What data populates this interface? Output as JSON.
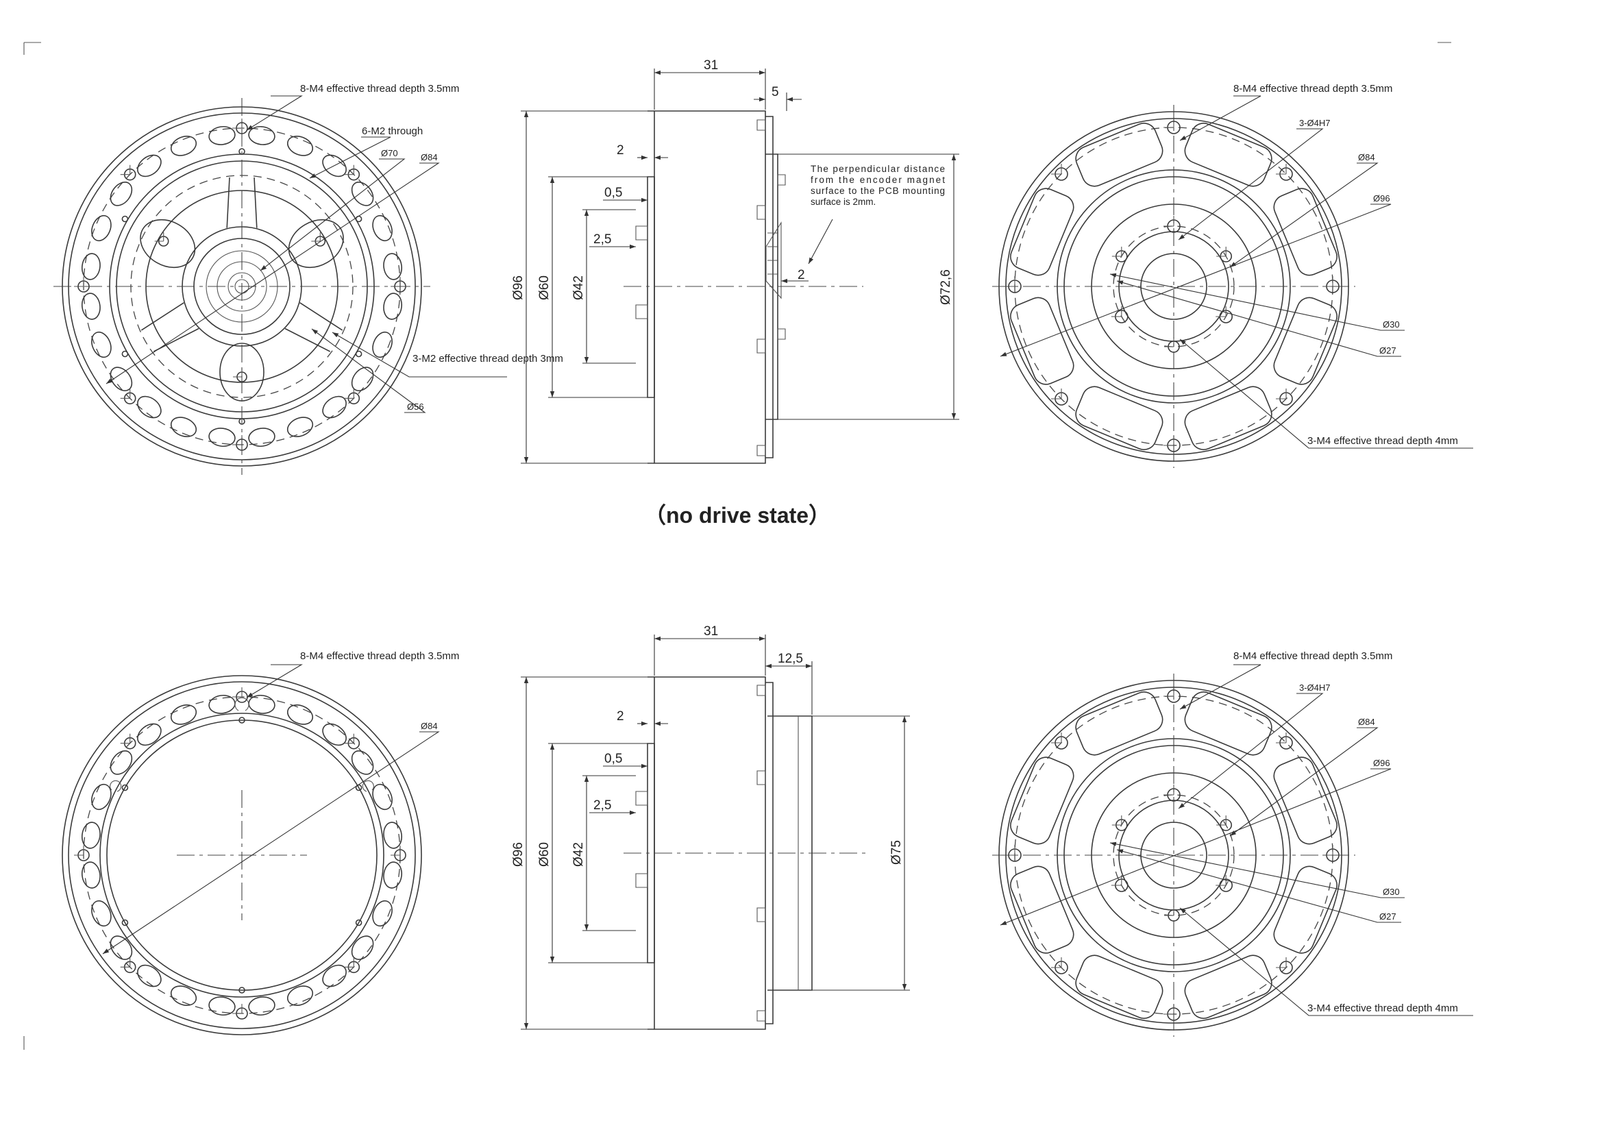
{
  "title": "（no drive state）",
  "top": {
    "front": {
      "callouts": [
        "8-M4 effective thread depth 3.5mm",
        "6-M2 through",
        "Ø70",
        "Ø84",
        "3-M2 effective thread depth 3mm",
        "Ø56"
      ]
    },
    "side": {
      "dims": [
        "31",
        "5",
        "2",
        "0,5",
        "2,5",
        "Ø96",
        "Ø60",
        "Ø42",
        "2",
        "Ø72,6"
      ],
      "note": [
        "The perpendicular distance",
        "from the encoder magnet",
        "surface to the PCB mounting",
        "surface is 2mm."
      ]
    },
    "rear": {
      "callouts": [
        "8-M4 effective thread depth 3.5mm",
        "3-Ø4H7",
        "Ø84",
        "Ø96",
        "Ø30",
        "Ø27",
        "3-M4 effective thread depth 4mm"
      ]
    }
  },
  "bottom": {
    "front": {
      "callouts": [
        "8-M4 effective thread depth 3.5mm",
        "Ø84"
      ]
    },
    "side": {
      "dims": [
        "31",
        "12,5",
        "2",
        "0,5",
        "2,5",
        "Ø96",
        "Ø60",
        "Ø42",
        "Ø75"
      ]
    },
    "rear": {
      "callouts": [
        "8-M4 effective thread depth 3.5mm",
        "3-Ø4H7",
        "Ø84",
        "Ø96",
        "Ø30",
        "Ø27",
        "3-M4 effective thread depth 4mm"
      ]
    }
  }
}
